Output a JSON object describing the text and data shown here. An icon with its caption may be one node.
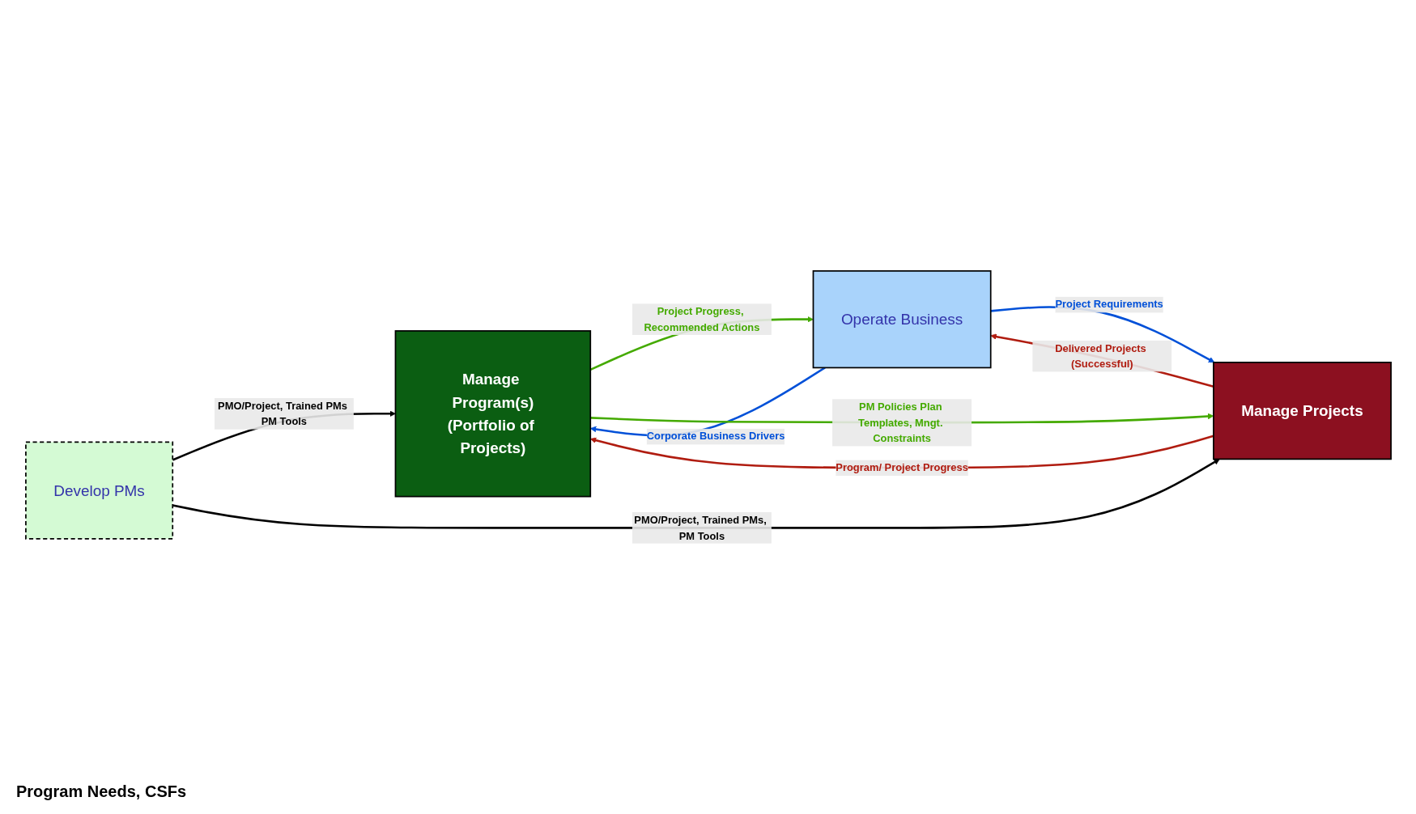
{
  "diagram": {
    "nodes": [
      {
        "text": [
          "Manage Program(s)",
          "(Portfolio of Projects)"
        ]
      },
      {
        "text": [
          "Operate Business"
        ]
      },
      {
        "text": [
          "Manage Projects"
        ]
      },
      {
        "text": [
          "Develop PMs"
        ]
      }
    ],
    "edges": [
      {
        "from": 1,
        "to": 0,
        "arrow": "to",
        "label": "Corporate Business Drivers",
        "color": "#0050d8"
      },
      {
        "from": 1,
        "to": 2,
        "arrow": "to",
        "label": "Project Requirements",
        "color": "#0050d8"
      },
      {
        "from": 0,
        "to": 1,
        "arrow": "to",
        "label": "Project Progress, Recommended Actions",
        "color": "#44aa00"
      },
      {
        "from": 0,
        "to": 2,
        "arrow": "to",
        "label": "PM Policies Plan Templates, Mngt. Constraints",
        "color": "#44aa00"
      },
      {
        "from": 2,
        "to": 1,
        "arrow": "to",
        "label": "Delivered Projects (Successful)",
        "color": "#b01c10"
      },
      {
        "from": 2,
        "to": 0,
        "arrow": "to",
        "label": "Program/ Project Progress",
        "color": "#b01c10"
      },
      {
        "from": 3,
        "to": 0,
        "arrow": "to",
        "label": "PMO/Project, Trained PMs PM Tools",
        "color": "#000000"
      },
      {
        "from": 3,
        "to": 2,
        "arrow": "to",
        "label": "PMO/Project, Trained PMs, PM Tools",
        "color": "#000000"
      }
    ],
    "labels": [
      "Program Needs, CSFs"
    ]
  }
}
